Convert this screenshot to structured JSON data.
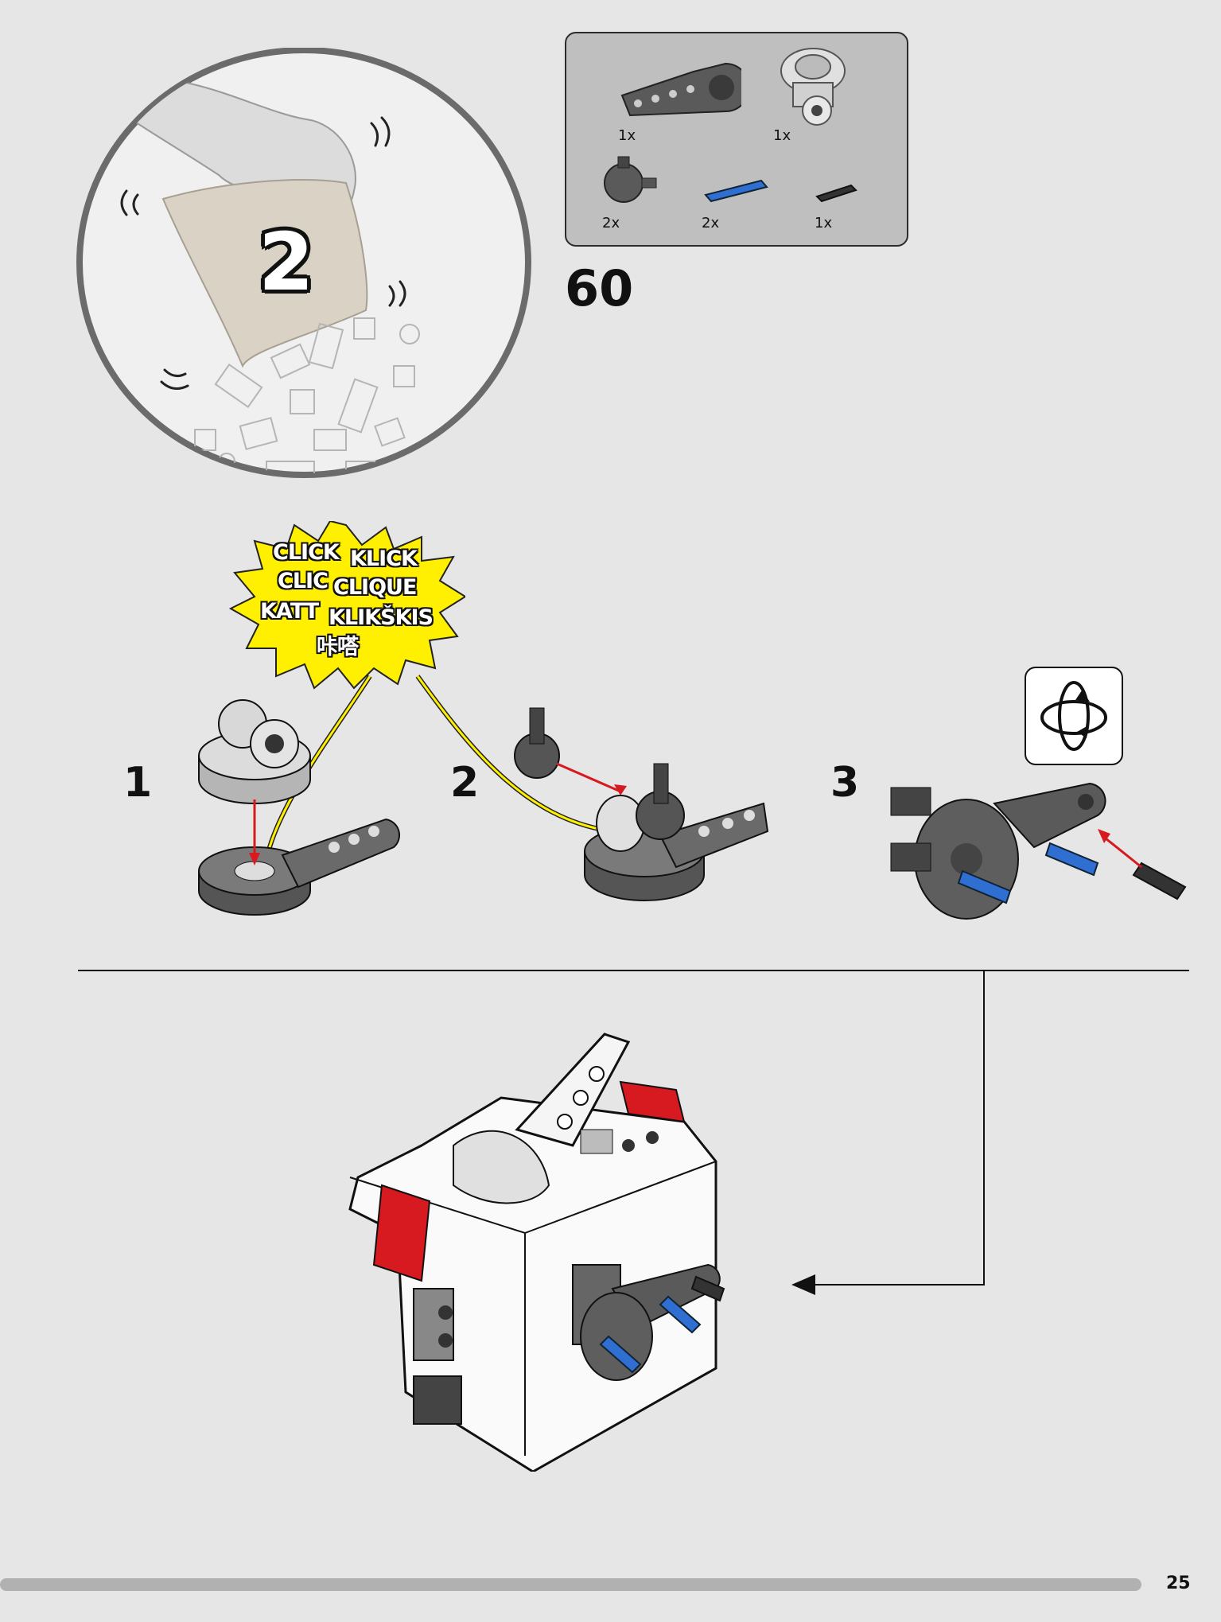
{
  "bag": {
    "number": "2"
  },
  "parts": [
    {
      "qty": "1x",
      "icon": "technic-liftarm-icon"
    },
    {
      "qty": "1x",
      "icon": "turntable-icon"
    },
    {
      "qty": "2x",
      "icon": "connector-icon"
    },
    {
      "qty": "2x",
      "icon": "blue-axle-pin-icon"
    },
    {
      "qty": "1x",
      "icon": "black-pin-icon"
    }
  ],
  "step": {
    "number": "60"
  },
  "substeps": [
    {
      "number": "1"
    },
    {
      "number": "2"
    },
    {
      "number": "3"
    }
  ],
  "click_burst": {
    "words": [
      "CLICK",
      "KLICK",
      "CLIC",
      "CLIQUE",
      "KATT",
      "KLIKŠKIS",
      "咔嗒"
    ],
    "color": "#ffef00"
  },
  "rotate_icon": "rotate-model-icon",
  "colors": {
    "accent_red": "#d71920",
    "blue_pin": "#2f6fd1",
    "dark_gray": "#5a5a5a",
    "background": "#e6e6e6"
  },
  "footer": {
    "page_number": "25"
  }
}
